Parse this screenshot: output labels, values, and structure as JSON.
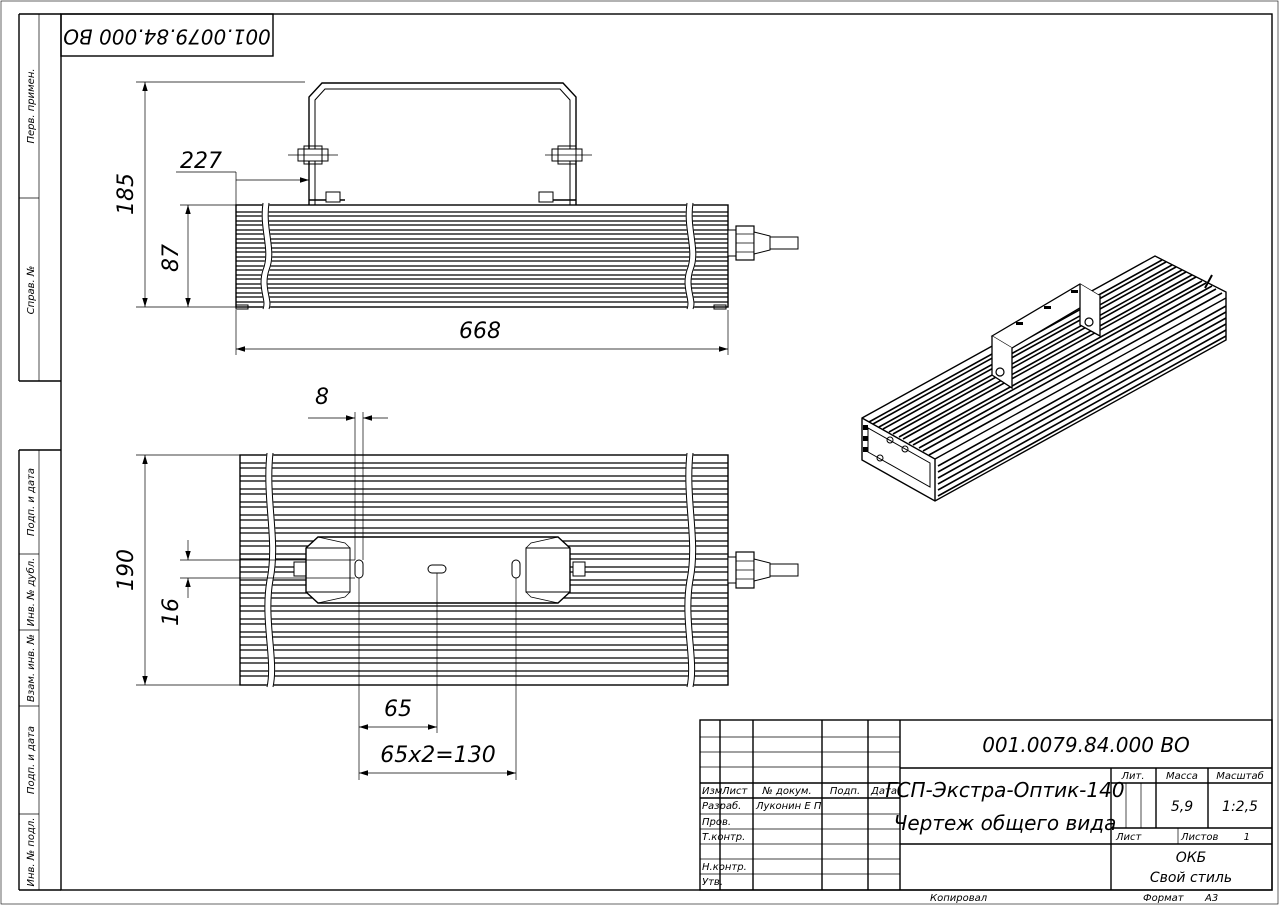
{
  "sheet": {
    "rotated_code": "001.0079.84.000 ВО",
    "side_labels": [
      "Перв. примен.",
      "Справ. №",
      "Подп. и дата",
      "Инв. № дубл.",
      "Взам. инв. №",
      "Подп. и дата",
      "Инв. № подл."
    ],
    "footer": {
      "copied": "Копировал",
      "format": "Формат",
      "format_value": "А3"
    }
  },
  "dimensions": {
    "front": {
      "bracket_offset": "227",
      "total_height": "185",
      "body_height": "87",
      "length": "668"
    },
    "top": {
      "slot_width": "8",
      "width": "190",
      "slot_height": "16",
      "pitch": "65",
      "pitch_total": "65х2=130"
    }
  },
  "title_block": {
    "doc_number": "001.0079.84.000 ВО",
    "product_name": "ГСП-Экстра-Оптик-140",
    "doc_title": "Чертеж общего вида",
    "headers": {
      "izm": "Изм",
      "list": "Лист",
      "doc_no": "№ докум.",
      "sign": "Подп.",
      "date": "Дата"
    },
    "roles": {
      "developer": "Разраб.",
      "checker": "Пров.",
      "tech_control": "Т.контр.",
      "norm_control": "Н.контр.",
      "approved": "Утв."
    },
    "developer_name": "Луконин Е П",
    "lit_label": "Лит.",
    "mass_label": "Масса",
    "scale_label": "Масштаб",
    "mass": "5,9",
    "scale": "1:2,5",
    "sheet_label": "Лист",
    "sheets_label": "Листов",
    "sheets": "1",
    "org_line1": "ОКБ",
    "org_line2": "Свой стиль"
  }
}
